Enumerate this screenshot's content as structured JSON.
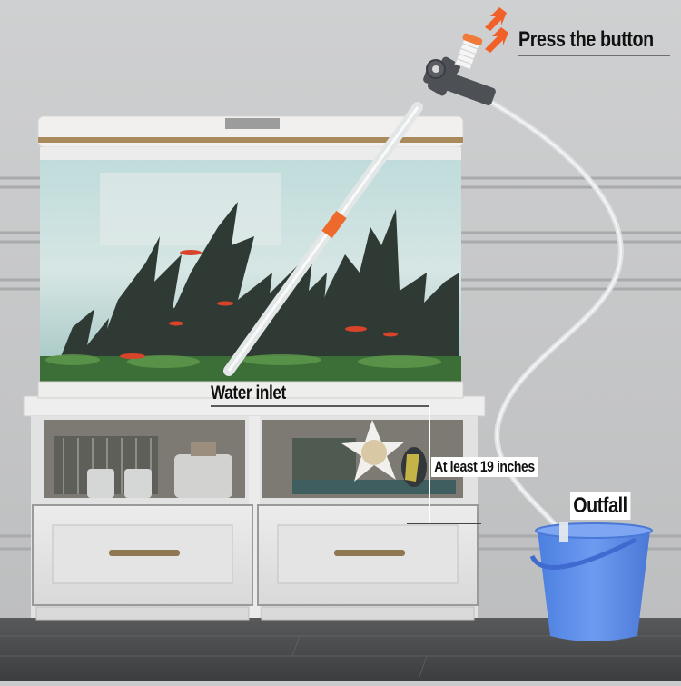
{
  "scene": {
    "description": "Aquarium gravel siphon setup: tank on white cabinet, hand-pump tube into tank, hose running to blue bucket on floor",
    "colors": {
      "wall": "#c9cacb",
      "wall_molding": "#b3b4b5",
      "floor": "#4a4b4d",
      "cabinet": "#e6e6e6",
      "tank_frame": "#eeeeec",
      "tank_trim": "#a88a5c",
      "water": "#b9d6d6",
      "rock": "#2e3a33",
      "moss": "#3f7a3a",
      "fish": "#d8432a",
      "tube": "#e7e9ea",
      "tube_band": "#ee6a2c",
      "pump_body": "#4d5156",
      "pump_button": "#f07a3a",
      "arrow": "#f2602a",
      "bucket": "#5b8ce8",
      "handle": "#a3825a"
    }
  },
  "annotations": {
    "press_button": "Press the button",
    "water_inlet": "Water inlet",
    "height_note": "At least 19 inches",
    "outfall": "Outfall"
  },
  "icons": {
    "press_arrows": "arrow-down-left-icon"
  }
}
